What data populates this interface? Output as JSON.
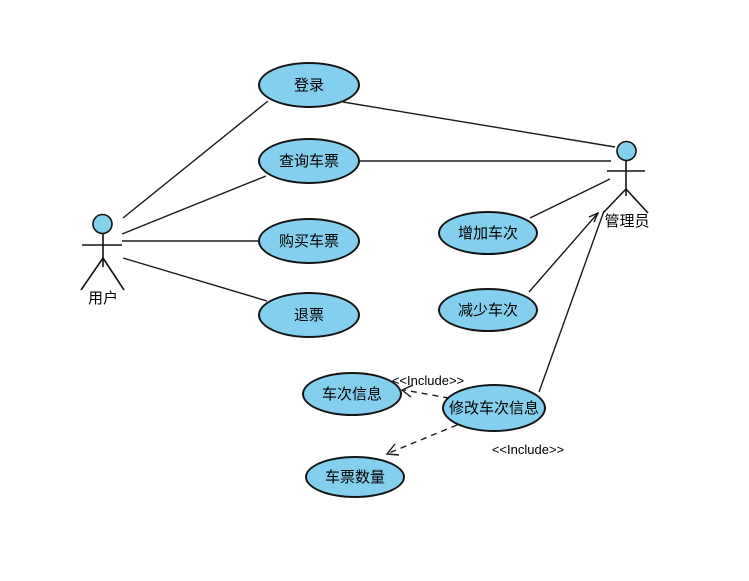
{
  "diagram": {
    "type": "uml-use-case",
    "colors": {
      "node_fill": "#85CFEE",
      "node_stroke": "#141414",
      "connector": "#1a1a1a",
      "text": "#000000",
      "background": "#ffffff"
    },
    "actors": [
      {
        "id": "user",
        "label": "用户"
      },
      {
        "id": "admin",
        "label": "管理员"
      }
    ],
    "use_cases": [
      {
        "id": "login",
        "label": "登录"
      },
      {
        "id": "query-ticket",
        "label": "查询车票"
      },
      {
        "id": "buy-ticket",
        "label": "购买车票"
      },
      {
        "id": "refund-ticket",
        "label": "退票"
      },
      {
        "id": "add-train",
        "label": "增加车次"
      },
      {
        "id": "reduce-train",
        "label": "减少车次"
      },
      {
        "id": "train-info",
        "label": "车次信息"
      },
      {
        "id": "modify-train-info",
        "label": "修改车次信息"
      },
      {
        "id": "ticket-quantity",
        "label": "车票数量"
      }
    ],
    "associations": [
      {
        "from": "用户",
        "to": "登录"
      },
      {
        "from": "用户",
        "to": "查询车票"
      },
      {
        "from": "用户",
        "to": "购买车票"
      },
      {
        "from": "用户",
        "to": "退票"
      },
      {
        "from": "登录",
        "to": "管理员"
      },
      {
        "from": "查询车票",
        "to": "管理员"
      },
      {
        "from": "增加车次",
        "to": "管理员"
      },
      {
        "from": "减少车次",
        "to": "管理员"
      },
      {
        "from": "修改车次信息",
        "to": "管理员"
      }
    ],
    "includes": [
      {
        "from": "修改车次信息",
        "to": "车次信息",
        "label": "<<Include>>"
      },
      {
        "from": "修改车次信息",
        "to": "车票数量",
        "label": "<<Include>>"
      }
    ]
  }
}
